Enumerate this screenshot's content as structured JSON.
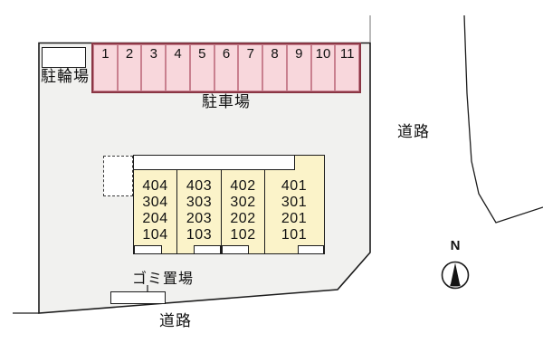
{
  "labels": {
    "bicycle_parking": "駐輪場",
    "parking_lot": "駐車場",
    "garbage_area": "ゴミ置場",
    "road_right": "道路",
    "road_bottom": "道路",
    "compass_north": "N"
  },
  "parking_spaces": [
    "1",
    "2",
    "3",
    "4",
    "5",
    "6",
    "7",
    "8",
    "9",
    "10",
    "11"
  ],
  "building_units": [
    {
      "numbers": [
        "404",
        "304",
        "204",
        "104"
      ]
    },
    {
      "numbers": [
        "403",
        "303",
        "203",
        "103"
      ]
    },
    {
      "numbers": [
        "402",
        "302",
        "202",
        "102"
      ]
    },
    {
      "numbers": [
        "401",
        "301",
        "201",
        "101"
      ]
    }
  ],
  "colors": {
    "site-fill": "#f1f1ef",
    "line": "#1c1c1c",
    "parking-fill": "#f8d7dc",
    "parking-cell-border": "#c9808f",
    "parking-outer-border": "#8a3644",
    "building-fill": "#fbf3c9",
    "white": "#ffffff"
  }
}
